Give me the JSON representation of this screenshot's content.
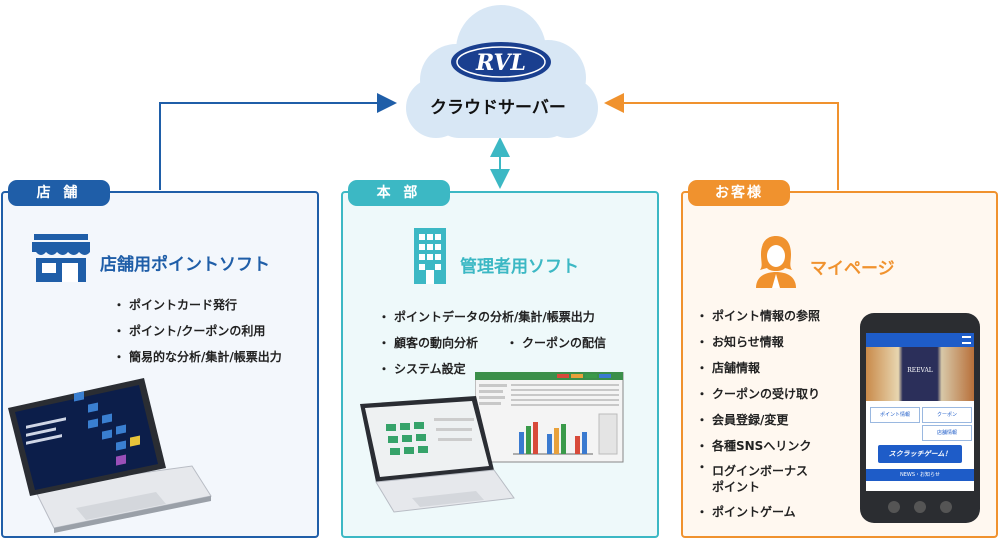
{
  "cloud": {
    "logo_text": "RVL",
    "label": "クラウドサーバー"
  },
  "store": {
    "tag": "店 舗",
    "title": "店舗用ポイントソフト",
    "features": [
      "ポイントカード発行",
      "ポイント/クーポンの利用",
      "簡易的な分析/集計/帳票出力"
    ],
    "color": "#1f5ea8"
  },
  "hq": {
    "tag": "本 部",
    "title": "管理者用ソフト",
    "features_left": [
      "ポイントデータの分析/集計/帳票出力",
      "顧客の動向分析",
      "システム設定"
    ],
    "features_right": [
      "クーポンの配信"
    ],
    "color": "#3cb8c4"
  },
  "customer": {
    "tag": "お客様",
    "title": "マイページ",
    "features": [
      "ポイント情報の参照",
      "お知らせ情報",
      "店舗情報",
      "クーポンの受け取り",
      "会員登録/変更",
      "各種SNSへリンク",
      "ログインボーナス\nポイント",
      "ポイントゲーム"
    ],
    "color": "#f0922e",
    "phone": {
      "brand": "REEVAL",
      "menu1": "ポイント情報",
      "menu2": "クーポン",
      "menu3": "店舗情報",
      "banner": "スクラッチゲーム！",
      "news": "NEWS・お知らせ"
    }
  }
}
